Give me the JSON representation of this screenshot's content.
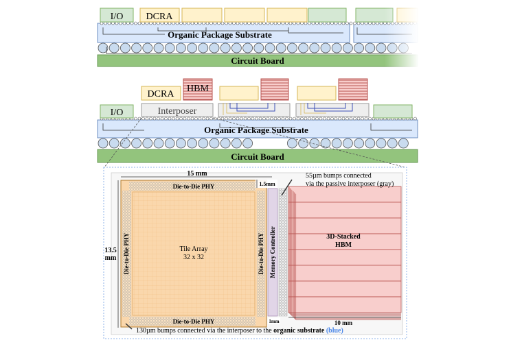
{
  "top_section": {
    "io_label": "I/O",
    "dcra_label": "DCRA",
    "substrate_label": "Organic Package Substrate",
    "board_label": "Circuit Board"
  },
  "middle_section": {
    "dcra_label": "DCRA",
    "hbm_label": "HBM",
    "io_label": "I/O",
    "interposer_label": "Interposer",
    "substrate_label": "Organic Package Substrate",
    "board_label": "Circuit Board"
  },
  "detail": {
    "width_label": "15 mm",
    "height_label": "13.5\nmm",
    "height_line1": "13.5",
    "height_line2": "mm",
    "phy_top": "Die-to-Die PHY",
    "phy_bottom": "Die-to-Die PHY",
    "phy_left": "Die-to-Die PHY",
    "phy_right": "Die-to-Die PHY",
    "tile_title": "Tile Array",
    "tile_size": "32 x 32",
    "memory_controller": "Memory Controller",
    "dim_1_5mm": "1.5mm",
    "dim_1mm": "1mm",
    "hbm_line1": "3D-Stacked",
    "hbm_line2": "HBM",
    "hbm_width": "10 mm",
    "note_top_line1": "55µm bumps connected",
    "note_top_line2": "via the passive interposer (gray)",
    "note_bottom_prefix": "130µm bumps connected via the interposer to the ",
    "note_bottom_bold": "organic substrate",
    "note_bottom_suffix": " (blue)"
  },
  "colors": {
    "io_green": "#d5e8d4",
    "io_border": "#82b366",
    "dcra_fill": "#fff2cc",
    "dcra_border": "#d6b656",
    "substrate_fill": "#dae8fc",
    "board_fill": "#93c47d",
    "hbm_fill": "#f8cecc",
    "hbm_stripe": "#b85450",
    "interposer_fill": "#eeeeee",
    "tile_fill": "#fad7ac",
    "note_blue": "#4a86e8"
  }
}
